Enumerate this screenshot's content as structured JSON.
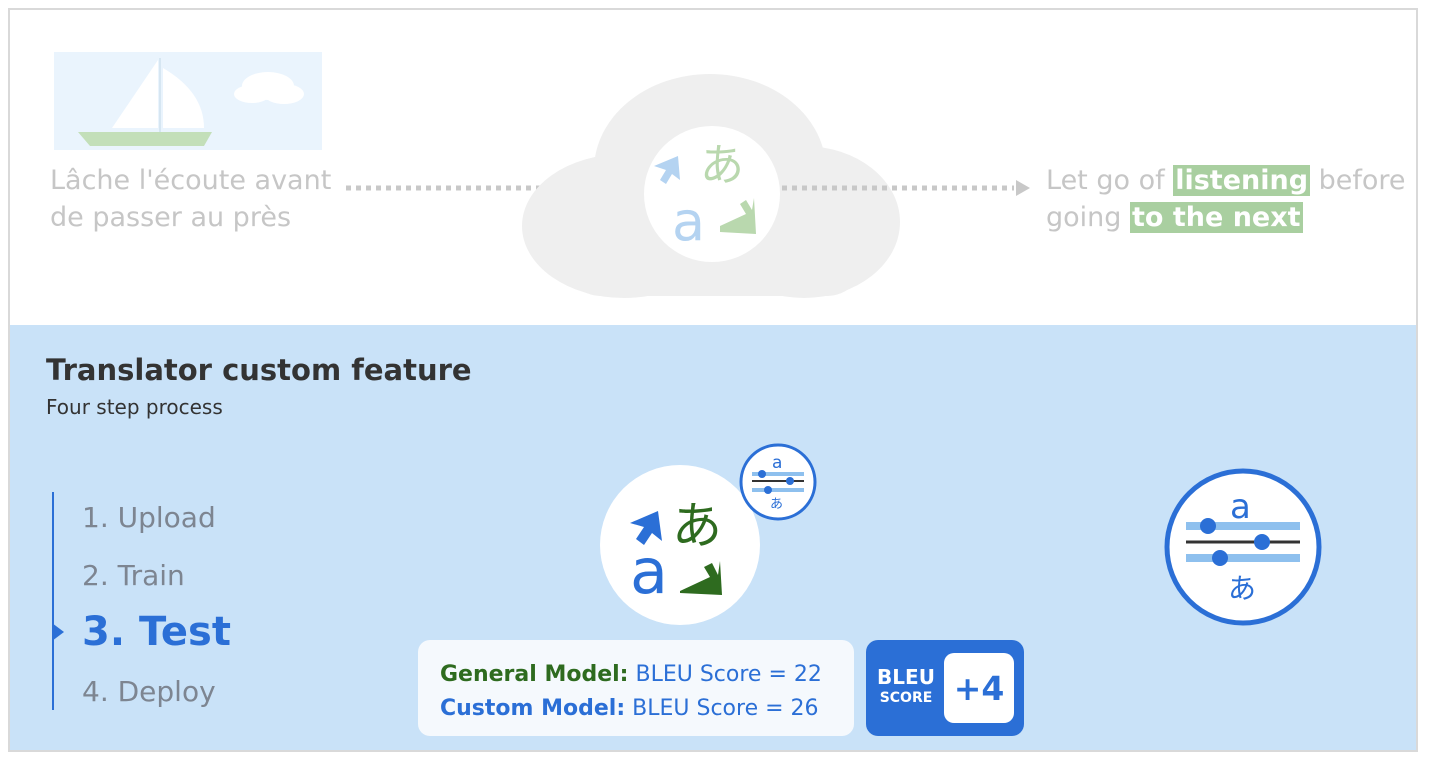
{
  "example": {
    "source_line1": "Lâche l'écoute avant",
    "source_line2": "de passer au près",
    "target_line1_before": "Let go of ",
    "target_line1_hl": "listening",
    "target_line1_after": " before",
    "target_line2_before": "going ",
    "target_line2_hl": "to the next"
  },
  "feature": {
    "title": "Translator custom feature",
    "subtitle": "Four step process"
  },
  "steps": [
    "1. Upload",
    "2. Train",
    "3. Test",
    "4. Deploy"
  ],
  "current_step": "3. Test",
  "scores": {
    "general_label": "General Model:",
    "general_value": "BLEU Score = 22",
    "custom_label": "Custom Model:",
    "custom_value": "BLEU Score = 26"
  },
  "bleu_badge": {
    "word1": "BLEU",
    "word2": "SCORE",
    "delta": "+4"
  },
  "icons": {
    "translator_glyph_latin": "a",
    "translator_glyph_kana": "あ"
  },
  "colors": {
    "accent_blue": "#2b6fd6",
    "accent_green": "#2e6b1f",
    "panel_blue": "#c9e2f8",
    "faded_text": "#c6c6c6",
    "highlight_green": "#a9cfa0"
  }
}
